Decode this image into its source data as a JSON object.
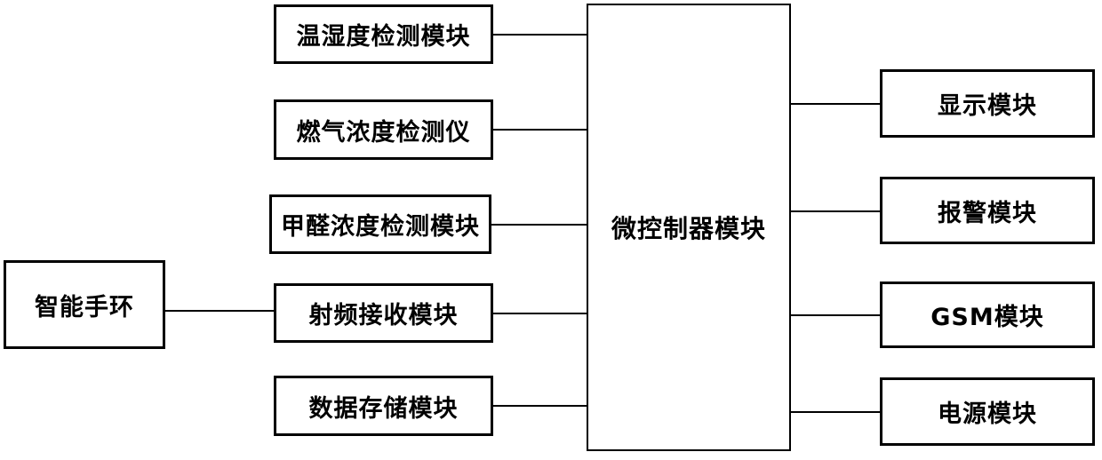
{
  "diagram": {
    "title": "smart-home-monitoring-block-diagram",
    "left_node": {
      "label": "智能手环"
    },
    "middle_nodes": [
      {
        "label": "温湿度检测模块"
      },
      {
        "label": "燃气浓度检测仪"
      },
      {
        "label": "甲醛浓度检测模块"
      },
      {
        "label": "射频接收模块"
      },
      {
        "label": "数据存储模块"
      }
    ],
    "center_node": {
      "label": "微控制器模块"
    },
    "right_nodes": [
      {
        "label": "显示模块"
      },
      {
        "label": "报警模块"
      },
      {
        "label": "GSM模块"
      },
      {
        "label": "电源模块"
      }
    ],
    "connections": [
      {
        "from": "智能手环",
        "to": "射频接收模块"
      },
      {
        "from": "温湿度检测模块",
        "to": "微控制器模块"
      },
      {
        "from": "燃气浓度检测仪",
        "to": "微控制器模块"
      },
      {
        "from": "甲醛浓度检测模块",
        "to": "微控制器模块"
      },
      {
        "from": "射频接收模块",
        "to": "微控制器模块"
      },
      {
        "from": "数据存储模块",
        "to": "微控制器模块"
      },
      {
        "from": "微控制器模块",
        "to": "显示模块"
      },
      {
        "from": "微控制器模块",
        "to": "报警模块"
      },
      {
        "from": "微控制器模块",
        "to": "GSM模块"
      },
      {
        "from": "微控制器模块",
        "to": "电源模块"
      }
    ],
    "colors": {
      "line": "#000000",
      "text": "#000000",
      "background": "#ffffff"
    }
  }
}
